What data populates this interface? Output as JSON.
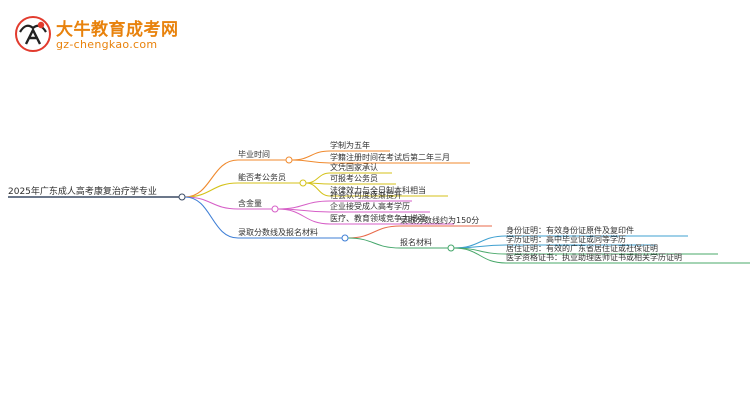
{
  "brand": {
    "name": "大牛教育成考网",
    "domain": "gz-chengkao.com"
  },
  "mindmap": {
    "root": "2025年广东成人高考康复治疗学专业",
    "branches": [
      {
        "label": "毕业时间",
        "color": "#f08a2e",
        "children": [
          "学制为五年",
          "学籍注册时间在考试后第二年三月"
        ]
      },
      {
        "label": "能否考公务员",
        "color": "#d4c21a",
        "children": [
          "文凭国家承认",
          "可报考公务员",
          "法律效力与全日制本科相当"
        ]
      },
      {
        "label": "含金量",
        "color": "#d65fc7",
        "children": [
          "社会认可度逐渐提升",
          "企业接受成人高考学历",
          "医疗、教育领域竞争力增强"
        ]
      },
      {
        "label": "录取分数线及报名材料",
        "color": "#3f7fd6",
        "children": [
          {
            "label": "录取分数线约为150分",
            "color": "#e86a4a"
          },
          {
            "label": "报名材料",
            "color": "#43a66a",
            "children": [
              {
                "label": "身份证明：有效身份证原件及复印件",
                "color": "#3fa0d0"
              },
              {
                "label": "学历证明：高中毕业证或同等学历",
                "color": "#3fa0d0"
              },
              {
                "label": "居住证明：有效的广东省居住证或社保证明",
                "color": "#49a86a"
              },
              {
                "label": "医学资格证书：执业助理医师证书或相关学历证明",
                "color": "#49a86a"
              }
            ]
          }
        ]
      }
    ]
  }
}
